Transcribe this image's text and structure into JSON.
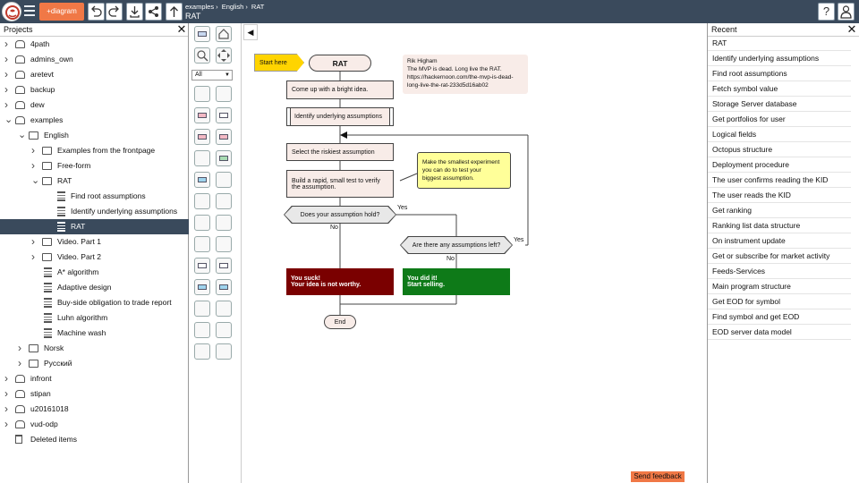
{
  "topbar": {
    "new_diagram_label": "+diagram",
    "breadcrumbs": [
      "examples",
      "English",
      "RAT"
    ],
    "separator": "›",
    "title": "RAT",
    "help_label": "?",
    "icons": [
      "menu-icon",
      "undo-icon",
      "redo-icon",
      "download-icon",
      "share-icon",
      "up-arrow-icon",
      "help-icon",
      "user-icon"
    ]
  },
  "projects": {
    "header": "Projects",
    "items": [
      {
        "label": "4path",
        "level": 0,
        "expanded": false,
        "type": "dfolder"
      },
      {
        "label": "admins_own",
        "level": 0,
        "expanded": false,
        "type": "dfolder"
      },
      {
        "label": "aretevt",
        "level": 0,
        "expanded": false,
        "type": "dfolder"
      },
      {
        "label": "backup",
        "level": 0,
        "expanded": false,
        "type": "dfolder"
      },
      {
        "label": "dew",
        "level": 0,
        "expanded": false,
        "type": "dfolder"
      },
      {
        "label": "examples",
        "level": 0,
        "expanded": true,
        "type": "dfolder"
      },
      {
        "label": "English",
        "level": 1,
        "expanded": true,
        "type": "folder"
      },
      {
        "label": "Examples from the frontpage",
        "level": 2,
        "expanded": false,
        "type": "folder"
      },
      {
        "label": "Free-form",
        "level": 2,
        "expanded": false,
        "type": "folder"
      },
      {
        "label": "RAT",
        "level": 2,
        "expanded": true,
        "type": "folder"
      },
      {
        "label": "Find root assumptions",
        "level": 3,
        "type": "diagram"
      },
      {
        "label": "Identify underlying assumptions",
        "level": 3,
        "type": "diagram"
      },
      {
        "label": "RAT",
        "level": 3,
        "type": "diagram",
        "selected": true
      },
      {
        "label": "Video. Part 1",
        "level": 2,
        "expanded": false,
        "type": "folder"
      },
      {
        "label": "Video. Part 2",
        "level": 2,
        "expanded": false,
        "type": "folder"
      },
      {
        "label": "A* algorithm",
        "level": 2,
        "type": "diagram"
      },
      {
        "label": "Adaptive design",
        "level": 2,
        "type": "diagram"
      },
      {
        "label": "Buy-side obligation to trade report",
        "level": 2,
        "type": "diagram"
      },
      {
        "label": "Luhn algorithm",
        "level": 2,
        "type": "diagram"
      },
      {
        "label": "Machine wash",
        "level": 2,
        "type": "diagram"
      },
      {
        "label": "Norsk",
        "level": 1,
        "expanded": false,
        "type": "folder"
      },
      {
        "label": "Русский",
        "level": 1,
        "expanded": false,
        "type": "folder"
      },
      {
        "label": "infront",
        "level": 0,
        "expanded": false,
        "type": "dfolder"
      },
      {
        "label": "stipan",
        "level": 0,
        "expanded": false,
        "type": "dfolder"
      },
      {
        "label": "u20161018",
        "level": 0,
        "expanded": false,
        "type": "dfolder"
      },
      {
        "label": "vud-odp",
        "level": 0,
        "expanded": false,
        "type": "dfolder"
      },
      {
        "label": "Deleted items",
        "level": 0,
        "type": "trash"
      }
    ]
  },
  "palette": {
    "filter_value": "All",
    "colors": {
      "pink": "#f3b8c4",
      "blue": "#9fd4ee",
      "green": "#a9dcb3"
    }
  },
  "diagram": {
    "start_label": "Start here",
    "title": "RAT",
    "comment": [
      "Rik Higham",
      "The MVP is dead. Long live the RAT.",
      "https://hackernoon.com/the-mvp-is-dead-",
      "long-live-the-rat-233d5d16ab02"
    ],
    "step1": "Come up with a bright idea.",
    "step2": "Identify underlying assumptions",
    "step3": "Select the riskiest assumption",
    "step4": [
      "Build a rapid, small test to verify",
      "the assumption."
    ],
    "note": [
      "Make the smallest experiment",
      "you can do to test your",
      "biggest assumption."
    ],
    "question1": "Does your assumption hold?",
    "question2": "Are there any assumptions left?",
    "yes": "Yes",
    "no": "No",
    "fail": [
      "You suck!",
      "Your idea is not worthy."
    ],
    "success": [
      "You did it!",
      "Start selling."
    ],
    "end_label": "End",
    "colors": {
      "start": "#ffd400",
      "fail": "#7a0000",
      "success": "#0e7a18",
      "note": "#ffff99",
      "comment": "#f8ece8"
    }
  },
  "feedback_label": "Send feedback",
  "recent": {
    "header": "Recent",
    "items": [
      "RAT",
      "Identify underlying assumptions",
      "Find root assumptions",
      "Fetch symbol value",
      "Storage Server database",
      "Get portfolios for user",
      "Logical fields",
      "Octopus structure",
      "Deployment procedure",
      "The user confirms reading the KID",
      "The user reads the KID",
      "Get ranking",
      "Ranking list data structure",
      "On instrument update",
      "Get or subscribe for market activity",
      "Feeds-Services",
      "Main program structure",
      "Get EOD for symbol",
      "Find symbol and get EOD",
      "EOD server data model"
    ]
  }
}
